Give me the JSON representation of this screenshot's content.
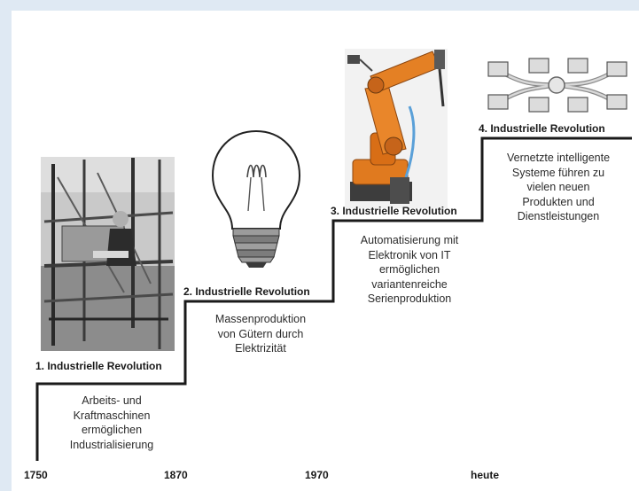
{
  "stages": [
    {
      "heading": "1. Industrielle Revolution",
      "description": "Arbeits- und\nKraftmaschinen\nermöglichen\nIndustrialisierung",
      "image": "weaving-loom-photo"
    },
    {
      "heading": "2. Industrielle Revolution",
      "description": "Massenproduktion\nvon Gütern durch\nElektrizität",
      "image": "light-bulb"
    },
    {
      "heading": "3. Industrielle Revolution",
      "description": "Automatisierung mit\nElektronik von IT\nermöglichen\nvariantenreiche\nSerienproduktion",
      "image": "industrial-robot-arm"
    },
    {
      "heading": "4. Industrielle Revolution",
      "description": "Vernetzte intelligente\nSysteme führen zu\nvielen neuen\nProdukten und\nDienstleistungen",
      "image": "network-nodes"
    }
  ],
  "timeline": [
    "1750",
    "1870",
    "1970",
    "heute"
  ],
  "colors": {
    "background": "#dfe9f3",
    "panel": "#ffffff",
    "staircase": "#1a1a1a",
    "robot": "#e07a1f"
  }
}
